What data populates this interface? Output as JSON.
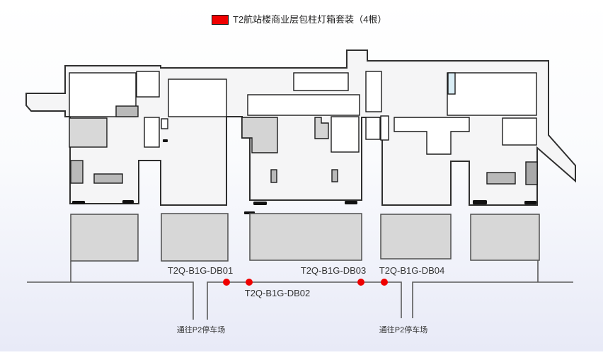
{
  "legend": {
    "label": "T2航站楼商业层包柱灯箱套装（4根）",
    "swatch_color": "#f00000"
  },
  "plan": {
    "title_hint": "T2 terminal commercial level floor plan",
    "marker_color": "#ef0000",
    "markers": [
      {
        "id": "DB01",
        "label": "T2Q-B1G-DB01"
      },
      {
        "id": "DB02",
        "label": "T2Q-B1G-DB02"
      },
      {
        "id": "DB03",
        "label": "T2Q-B1G-DB03"
      },
      {
        "id": "DB04",
        "label": "T2Q-B1G-DB04"
      }
    ],
    "exits": [
      {
        "label": "通往P2停车场"
      },
      {
        "label": "通往P2停车场"
      }
    ]
  }
}
